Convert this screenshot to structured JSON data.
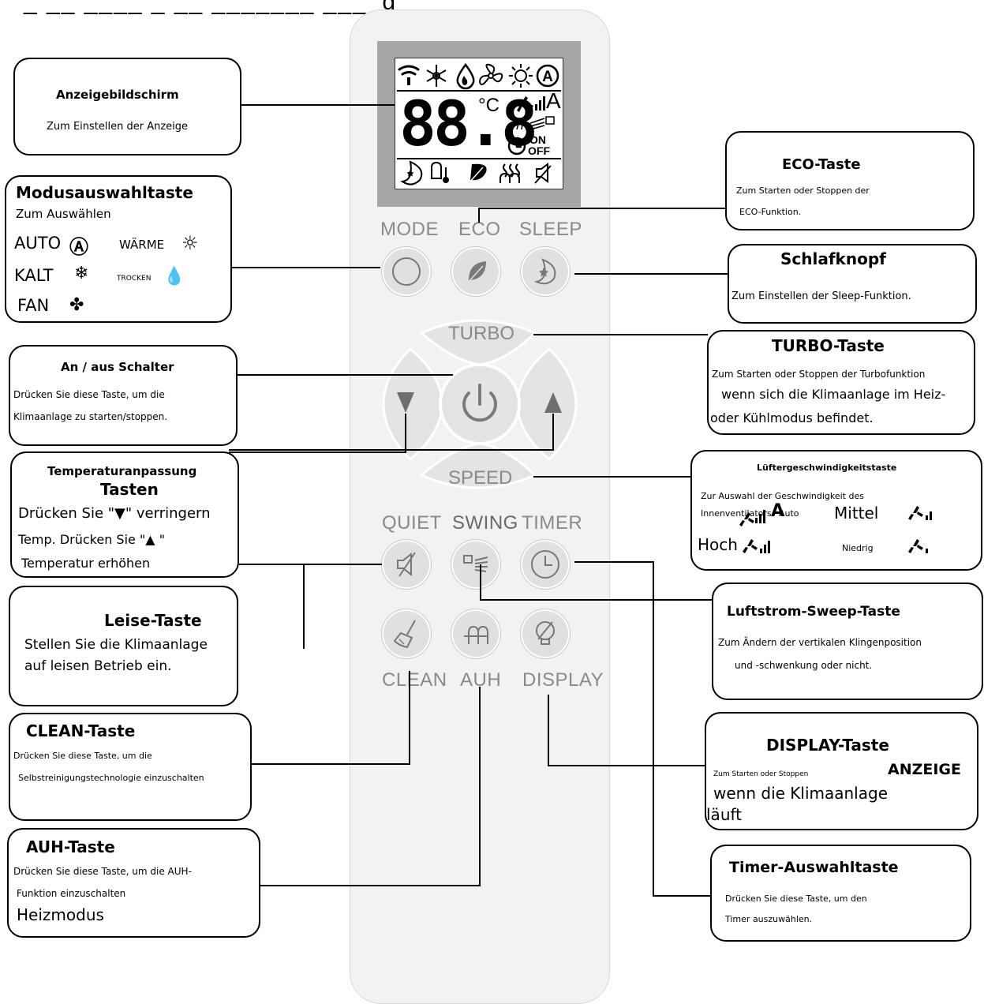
{
  "header": {
    "title_fragment": "_ __ ____ _ __ _______ ____g_"
  },
  "remote": {
    "lcd": {
      "digits": "88.8",
      "unit": "°C",
      "on_off": "ON\nOFF",
      "on": "ON",
      "off": "OFF",
      "fan_level": "A"
    },
    "buttons": {
      "mode": "MODE",
      "eco": "ECO",
      "sleep": "SLEEP",
      "turbo": "TURBO",
      "speed": "SPEED",
      "quiet": "QUIET",
      "swing": "SWING",
      "timer": "TIMER",
      "clean": "CLEAN",
      "auh": "AUH",
      "display": "DISPLAY"
    },
    "arrow_down": "▼",
    "arrow_up": "▲"
  },
  "callouts": {
    "display_screen": {
      "title": "Anzeigebildschirm",
      "desc": "Zum Einstellen der Anzeige"
    },
    "mode": {
      "title": "Modusauswahltaste",
      "desc": "Zum Auswählen",
      "auto": "AUTO",
      "auto_symbol": "Ⓐ",
      "heat": "WÄRME",
      "cool": "KALT",
      "dry": "TROCKEN",
      "fan": "FAN"
    },
    "power": {
      "title": "An / aus Schalter",
      "line1": "Drücken Sie diese Taste, um die",
      "line2": "Klimaanlage zu starten/stoppen."
    },
    "temp": {
      "title1": "Temperaturanpassung",
      "title2": "Tasten",
      "line1": "Drücken Sie \"▼\"  verringern",
      "line2": "Temp. Drücken Sie \"▲ \"",
      "line3": "Temperatur erhöhen"
    },
    "quiet": {
      "title": "Leise-Taste",
      "line1": "Stellen Sie die Klimaanlage",
      "line2": "auf leisen Betrieb ein."
    },
    "clean": {
      "title": "CLEAN-Taste",
      "line1": "Drücken Sie diese Taste, um die",
      "line2": "Selbstreinigungstechnologie einzuschalten"
    },
    "auh": {
      "title": "AUH-Taste",
      "line1": "Drücken Sie diese Taste, um die AUH-",
      "line2": "Funktion einzuschalten",
      "line3": "Heizmodus"
    },
    "eco": {
      "title": "ECO-Taste",
      "line1": "Zum Starten oder Stoppen der",
      "line2": "ECO-Funktion."
    },
    "sleep": {
      "title": "Schlafknopf",
      "line1": "Zum Einstellen der Sleep-Funktion."
    },
    "turbo": {
      "title": "TURBO-Taste",
      "line1": "Zum Starten oder Stoppen der Turbofunktion",
      "line2": "wenn sich die Klimaanlage im Heiz-",
      "line3": "oder Kühlmodus befindet."
    },
    "fan_speed": {
      "title": "Lüftergeschwindigkeitstaste",
      "line1": "Zur Auswahl der Geschwindigkeit des",
      "line2": "Innenventilators",
      "auto": "Auto",
      "auto_symbol": "A",
      "medium": "Mittel",
      "high": "Hoch",
      "low": "Niedrig"
    },
    "swing": {
      "title": "Luftstrom-Sweep-Taste",
      "line1": "Zum Ändern der vertikalen Klingenposition",
      "line2": "und -schwenkung oder nicht."
    },
    "display": {
      "title": "DISPLAY-Taste",
      "line1": "Zum Starten oder Stoppen",
      "word": "ANZEIGE",
      "line2": "wenn die Klimaanlage",
      "line3": "läuft"
    },
    "timer": {
      "title": "Timer-Auswahltaste",
      "line1": "Drücken Sie diese Taste, um den",
      "line2": "Timer auszuwählen."
    }
  },
  "icons": {
    "signal": "signal-icon",
    "snowflake": "snowflake-icon",
    "drop": "drop-icon",
    "fan": "fan-icon",
    "sun": "sun-icon",
    "moon": "moon-icon",
    "thermometer": "thermometer-icon",
    "leaf": "leaf-icon",
    "heat": "heat-icon",
    "mute": "mute-icon",
    "clock": "clock-icon",
    "power": "power-icon",
    "broom": "broom-icon",
    "bulb": "bulb-icon",
    "swing": "swing-icon"
  },
  "colors": {
    "remote_body": "#f1f2f1",
    "button": "#e0e0e0",
    "label_gray": "#8a8a8a",
    "lcd_frame": "#a6a6a6"
  }
}
